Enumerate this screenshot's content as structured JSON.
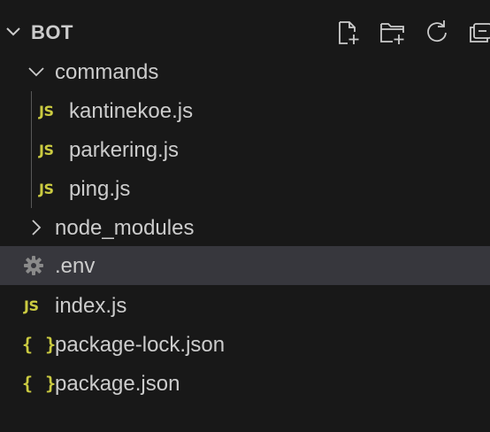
{
  "explorer": {
    "title": "BOT",
    "actions": {
      "new_file": "new-file-icon",
      "new_folder": "new-folder-icon",
      "refresh": "refresh-icon",
      "collapse": "collapse-all-icon"
    },
    "tree": {
      "commands_folder": "commands",
      "commands_files": [
        "kantinekoe.js",
        "parkering.js",
        "ping.js"
      ],
      "node_modules": "node_modules",
      "env_file": ".env",
      "index_file": "index.js",
      "package_lock": "package-lock.json",
      "package_json": "package.json"
    },
    "badges": {
      "js": "JS",
      "json": "{ }"
    },
    "colors": {
      "background": "#181818",
      "selected": "#37373d",
      "js_badge": "#cbcb41",
      "text": "#cccccc"
    },
    "selected_item": ".env"
  }
}
